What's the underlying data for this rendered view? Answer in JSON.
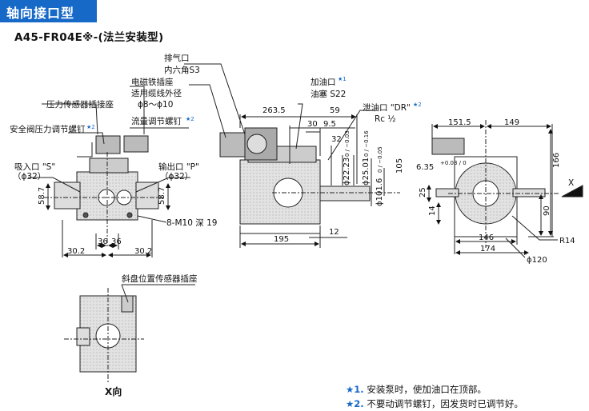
{
  "header": {
    "title": "轴向接口型"
  },
  "model": {
    "title": "A45-FR04E※-(法兰安装型)"
  },
  "labels": {
    "vent_port": "排气口",
    "hex_s3": "内六角S3",
    "solenoid_socket": "电磁铁插座",
    "cable_od": "适用缆线外径",
    "cable_range": "ϕ8～ϕ10",
    "fill_port": "加油口",
    "plug_s22": "油塞 S22",
    "pressure_sensor_socket": "压力传感器插接座",
    "flow_adjust_screw": "流量调节螺钉",
    "relief_adjust_screw": "安全阀压力调节螺钉",
    "drain_port": "泄油口 \"DR\"",
    "drain_thread": "Rc ½",
    "suction_port": "吸入口 \"S\"",
    "suction_dia": "（ϕ32）",
    "output_port": "输出口 \"P\"",
    "output_dia": "（ϕ32）",
    "bolt_spec": "8-M10 深 19",
    "swash_sensor_socket": "斜盘位置传感器插座",
    "x_view": "X向",
    "x_arrow": "X"
  },
  "star_marks": {
    "s1": "★1",
    "s2": "★2"
  },
  "dimensions": {
    "d263_5": "263.5",
    "d59": "59",
    "d30": "30",
    "d9_5": "9.5",
    "d32": "32",
    "d195": "195",
    "d12": "12",
    "d105": "105",
    "dia22_23": "ϕ22.23",
    "dia22_tol": "0 / −0.03",
    "dia25_01": "ϕ25.01",
    "dia25_tol": "0 / −0.16",
    "dia101_6": "ϕ101.6",
    "dia101_tol": "0 / −0.05",
    "d58_7_left": "58.7",
    "d58_7_right": "58.7",
    "d36a": "36",
    "d36b": "36",
    "d30_2a": "30.2",
    "d30_2b": "30.2",
    "d151_5": "151.5",
    "d149": "149",
    "d166": "166",
    "d90": "90",
    "d6_35": "6.35",
    "d6_35_tol": "+0.03 / 0",
    "d25": "25",
    "d14": "14",
    "d146": "146",
    "d174": "174",
    "r14": "R14",
    "dia120": "ϕ120"
  },
  "notes": [
    {
      "mark": "★1.",
      "text": "安装泵时，使加油口在顶部。"
    },
    {
      "mark": "★2.",
      "text": "不要动调节螺钉，因发货时已调节好。"
    }
  ],
  "colors": {
    "accent": "#1769c8",
    "line": "#222222",
    "body": "#d9d9d9"
  }
}
